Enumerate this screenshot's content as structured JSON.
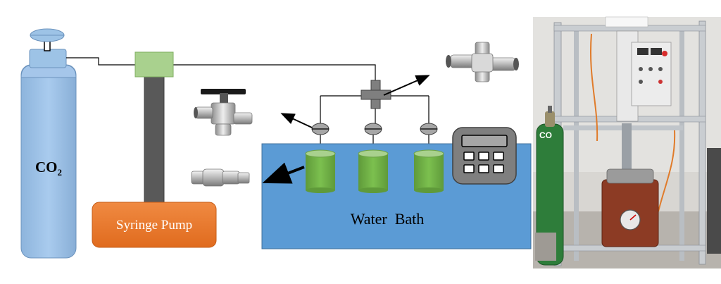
{
  "diagram": {
    "cylinder_label": {
      "main": "CO",
      "sub": "2"
    },
    "pump_label": "Syringe Pump",
    "bath_label": "Water  Bath",
    "photo_cylinder_label": "CO",
    "colors": {
      "cylinder": "#9dc3e6",
      "cylinder_edge": "#6c93bd",
      "pump_body": "#ed7d31",
      "pump_rod": "#595959",
      "pump_head": "#a9d18e",
      "bath": "#5b9bd5",
      "vessel": "#70ad47",
      "controller": "#7f7f7f",
      "pipe": "#000000",
      "valve": "#a6a6a6"
    },
    "icons": [
      "gas-cylinder-icon",
      "syringe-pump-icon",
      "cross-fitting-icon",
      "ball-valve-icon",
      "check-valve-icon",
      "controller-icon",
      "photo-apparatus"
    ]
  }
}
